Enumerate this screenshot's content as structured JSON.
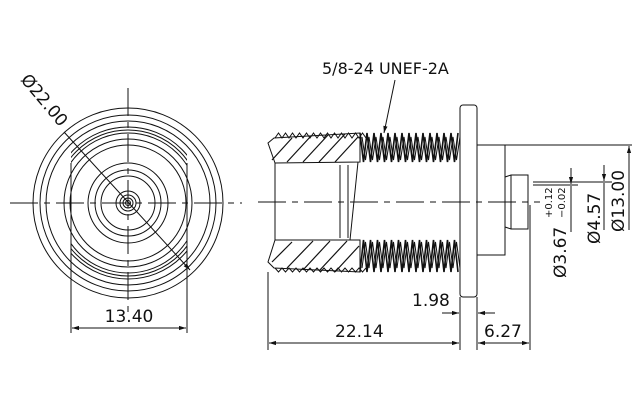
{
  "drawing": {
    "thread_callout": "5/8-24 UNEF-2A",
    "dimensions": {
      "outer_diameter": "Ø22.00",
      "flat_width": "13.40",
      "overall_length": "22.14",
      "flange_thickness": "1.98",
      "rear_length": "6.27",
      "pin_diameter": "Ø3.67",
      "pin_tol_plus": "+0.12",
      "pin_tol_minus": "−0.02",
      "pin_step_diameter": "Ø4.57",
      "rear_diameter": "Ø13.00"
    },
    "color": "#111111"
  }
}
